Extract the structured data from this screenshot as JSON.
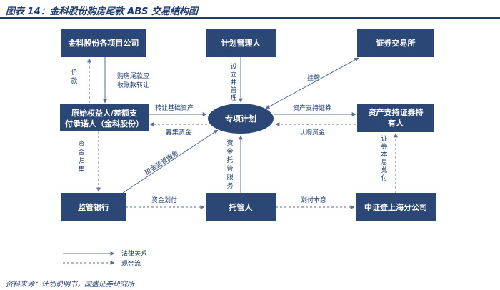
{
  "title": "图表 14：金科股份购房尾款 ABS 交易结构图",
  "source": "资料来源：计划说明书，国盛证券研究所",
  "colors": {
    "box": "#2b4776",
    "text": "#1f3b70",
    "ellipse": "#2b4776"
  },
  "nodes": {
    "company": "金科股份各项目公司",
    "manager": "计划管理人",
    "exchange": "证券交易所",
    "originator_line1": "原始权益人/差额支",
    "originator_line2": "付承诺人（金科股份）",
    "plan": "专项计划",
    "investors_line1": "资产支持证券持",
    "investors_line2": "有人",
    "supervisor": "监管银行",
    "custodian": "托管人",
    "csdc": "中证登上海分公司"
  },
  "edge_labels": {
    "price": "价款",
    "receivable_line1": "购房尾款应",
    "receivable_line2": "收账款转让",
    "setup_chars": "设立并管理",
    "listing": "挂牌",
    "transfer_assets": "转让基础资产",
    "raised_funds": "募集资金",
    "issue_securities": "资产支持证券",
    "subscription": "认购资金",
    "collection_chars": "资金归集",
    "supervision": "资金监管服务",
    "custody_chars": "资金托管服务",
    "principal_chars": "证券本息兑付",
    "fund_transfer": "资金划付",
    "transfer_principal": "划付本息"
  },
  "legend": {
    "legal": "法律关系",
    "cash": "现金流"
  }
}
